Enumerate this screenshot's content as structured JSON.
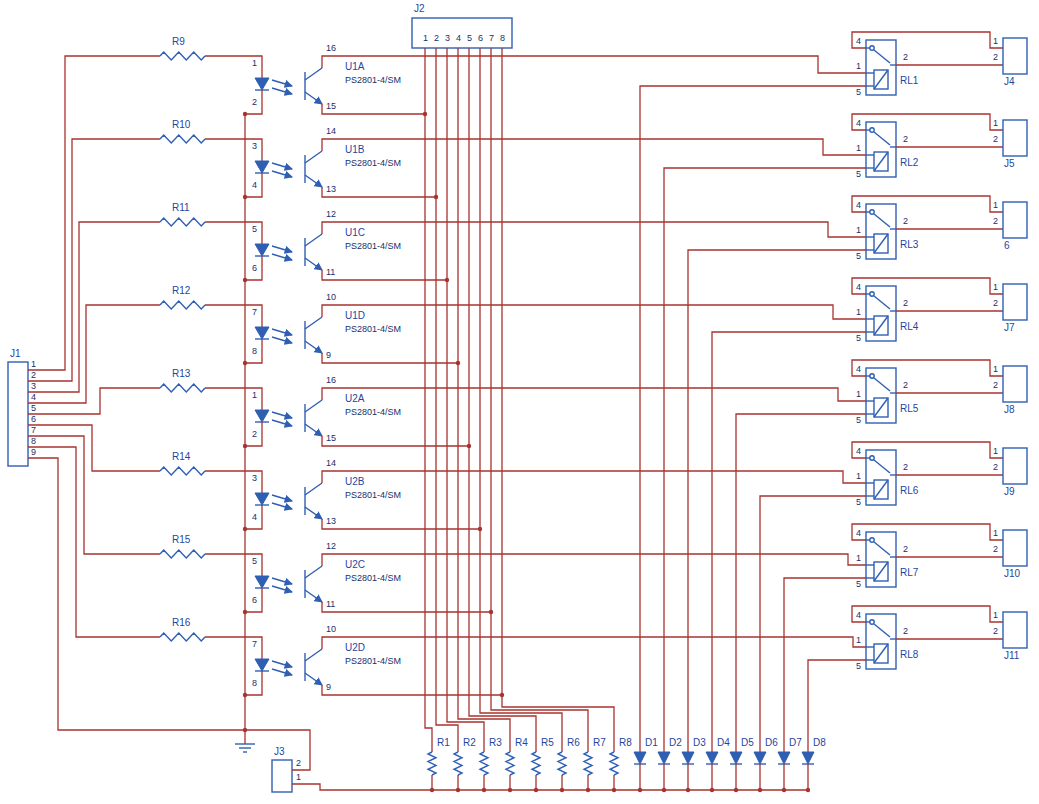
{
  "diagram": {
    "labels": [
      "J1",
      "1",
      "2",
      "3",
      "4",
      "5",
      "6",
      "7",
      "8",
      "9",
      "R9",
      "1",
      "2",
      "16",
      "15",
      "U1A",
      "PS2801-4/SM",
      "R10",
      "3",
      "4",
      "14",
      "13",
      "U1B",
      "PS2801-4/SM",
      "R11",
      "5",
      "6",
      "12",
      "11",
      "U1C",
      "PS2801-4/SM",
      "R12",
      "7",
      "8",
      "10",
      "9",
      "U1D",
      "PS2801-4/SM",
      "R13",
      "1",
      "2",
      "16",
      "15",
      "U2A",
      "PS2801-4/SM",
      "R14",
      "3",
      "4",
      "14",
      "13",
      "U2B",
      "PS2801-4/SM",
      "R15",
      "5",
      "6",
      "12",
      "11",
      "U2C",
      "PS2801-4/SM",
      "R16",
      "7",
      "8",
      "10",
      "9",
      "U2D",
      "PS2801-4/SM",
      "J2",
      "1",
      "2",
      "3",
      "4",
      "5",
      "6",
      "7",
      "8",
      "4",
      "1",
      "5",
      "2",
      "RL1",
      "1",
      "2",
      "J4",
      "4",
      "1",
      "5",
      "2",
      "RL2",
      "1",
      "2",
      "J5",
      "4",
      "1",
      "5",
      "2",
      "RL3",
      "1",
      "2",
      "6",
      "4",
      "1",
      "5",
      "2",
      "RL4",
      "1",
      "2",
      "J7",
      "4",
      "1",
      "5",
      "2",
      "RL5",
      "1",
      "2",
      "J8",
      "4",
      "1",
      "5",
      "2",
      "RL6",
      "1",
      "2",
      "J9",
      "4",
      "1",
      "5",
      "2",
      "RL7",
      "1",
      "2",
      "J10",
      "4",
      "1",
      "5",
      "2",
      "RL8",
      "1",
      "2",
      "J11",
      "R1",
      "R2",
      "R3",
      "R4",
      "R5",
      "R6",
      "R7",
      "R8",
      "D1",
      "D2",
      "D3",
      "D4",
      "D5",
      "D6",
      "D7",
      "D8",
      "J3",
      "2",
      "1"
    ]
  }
}
